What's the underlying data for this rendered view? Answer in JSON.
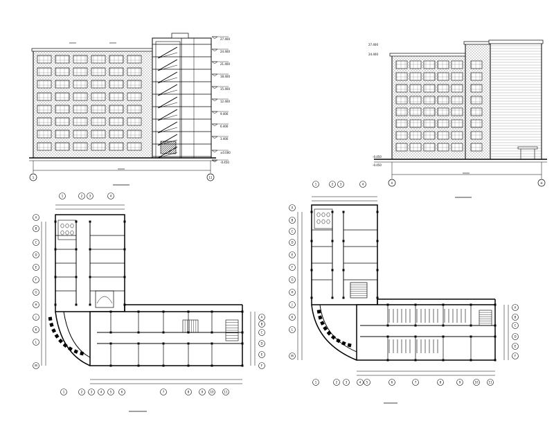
{
  "sheet": {
    "elev_left": {
      "levels": [
        "27.400",
        "24.400",
        "21.400",
        "18.400",
        "15.400",
        "12.400",
        "9.400",
        "6.400",
        "3.400",
        "±0.000",
        "-0.450"
      ],
      "axis_start": "1",
      "axis_end": "11"
    },
    "elev_right": {
      "levels": [
        "27.400",
        "24.400",
        "-0.450",
        "-0.450"
      ],
      "axis_start": "A",
      "axis_end": "H"
    },
    "plan_left": {
      "top_axes": [
        "1",
        "2",
        "3",
        "4"
      ],
      "left_axes": [
        "A",
        "B",
        "C",
        "D",
        "E",
        "F",
        "G",
        "H",
        "J",
        "K",
        "L",
        "M"
      ],
      "bottom_axes": [
        "1",
        "2",
        "3",
        "4",
        "5",
        "6",
        "7",
        "8",
        "9",
        "10",
        "11"
      ],
      "right_axes": [
        "A",
        "B",
        "C",
        "D",
        "E",
        "F"
      ]
    },
    "plan_right": {
      "top_axes": [
        "1",
        "2",
        "3",
        "4"
      ],
      "left_axes": [
        "A",
        "B",
        "C",
        "D",
        "E",
        "F",
        "G",
        "H",
        "J",
        "K",
        "L",
        "M"
      ],
      "bottom_axes": [
        "1",
        "2",
        "3",
        "4",
        "5",
        "6",
        "7",
        "8",
        "9",
        "10",
        "11"
      ],
      "right_axes": [
        "A",
        "B",
        "C",
        "D",
        "E",
        "F"
      ]
    }
  }
}
